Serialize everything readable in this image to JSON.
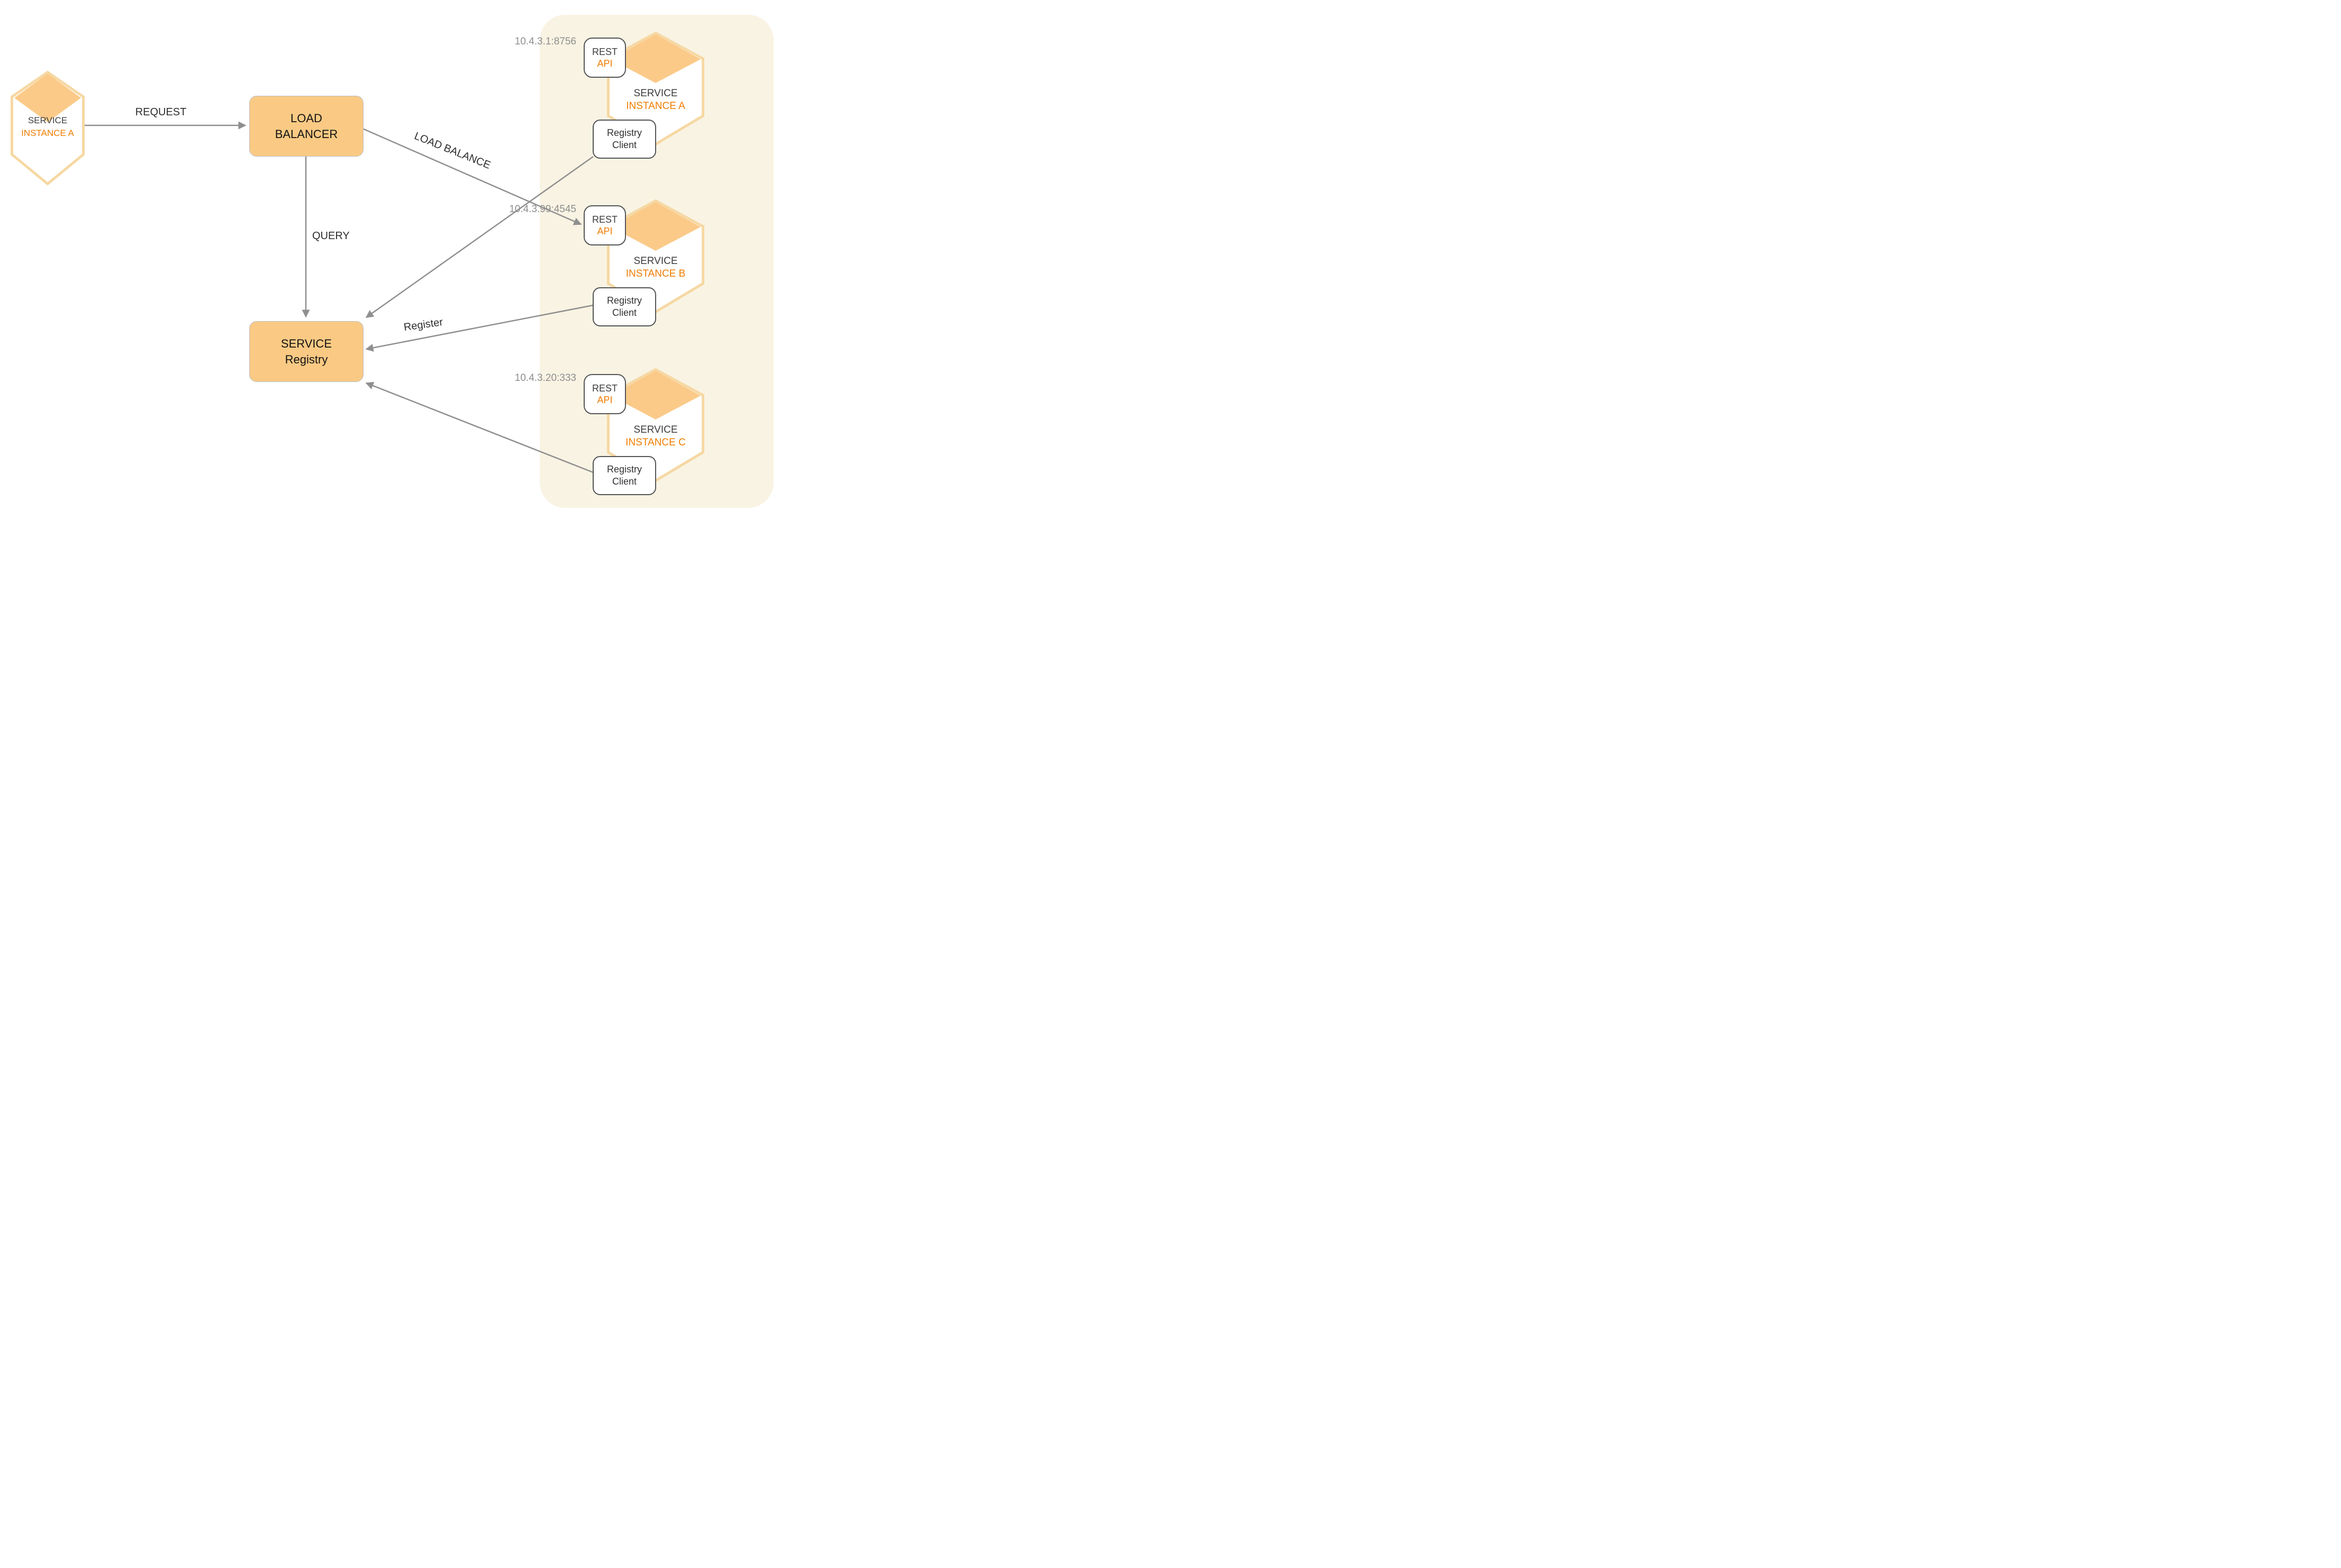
{
  "diagram": {
    "client": {
      "line1": "SERVICE",
      "line2": "INSTANCE A"
    },
    "load_balancer": {
      "line1": "LOAD",
      "line2": "BALANCER"
    },
    "service_registry": {
      "line1": "SERVICE",
      "line2": "Registry"
    },
    "edges": {
      "request": "REQUEST",
      "query": "QUERY",
      "load_balance": "LOAD BALANCE",
      "register": "Register"
    },
    "instances": [
      {
        "ip": "10.4.3.1:8756",
        "rest1": "REST",
        "rest2": "API",
        "svc1": "SERVICE",
        "svc2": "INSTANCE A",
        "reg1": "Registry",
        "reg2": "Client"
      },
      {
        "ip": "10.4.3.99:4545",
        "rest1": "REST",
        "rest2": "API",
        "svc1": "SERVICE",
        "svc2": "INSTANCE B",
        "reg1": "Registry",
        "reg2": "Client"
      },
      {
        "ip": "10.4.3.20:333",
        "rest1": "REST",
        "rest2": "API",
        "svc1": "SERVICE",
        "svc2": "INSTANCE C",
        "reg1": "Registry",
        "reg2": "Client"
      }
    ],
    "colors": {
      "panel": "#f9f3e3",
      "node_fill": "#faca84",
      "node_border": "#b9bdc3",
      "hex_border": "#f6d8a3",
      "hex_top": "#fbca89",
      "orange_text": "#f07d00",
      "dark_text": "#3d3d3d",
      "gray_text": "#8e8e8e",
      "line": "#8f8f8f",
      "box_border_dark": "#545557"
    }
  }
}
